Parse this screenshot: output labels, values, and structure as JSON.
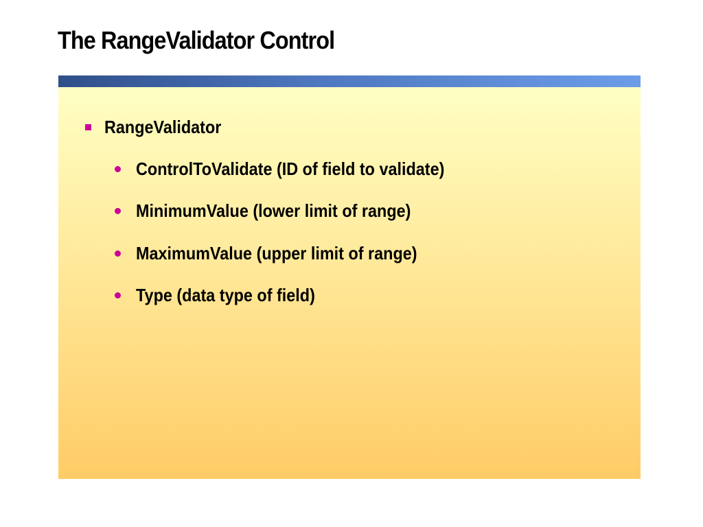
{
  "slide": {
    "title": "The RangeValidator Control",
    "accent_bar_colors": [
      "#2f4f89",
      "#6d9de8"
    ],
    "panel_colors": [
      "#ffffc4",
      "#ffcc66"
    ],
    "bullet_color": "#cc0099",
    "bullet": {
      "icon": "square-bullet-icon",
      "text": "RangeValidator",
      "sub_bullets": [
        {
          "icon": "dot-bullet-icon",
          "text": "ControlToValidate (ID of field to validate)"
        },
        {
          "icon": "dot-bullet-icon",
          "text": "MinimumValue (lower limit of range)"
        },
        {
          "icon": "dot-bullet-icon",
          "text": "MaximumValue (upper limit of range)"
        },
        {
          "icon": "dot-bullet-icon",
          "text": "Type (data type of field)"
        }
      ]
    }
  }
}
